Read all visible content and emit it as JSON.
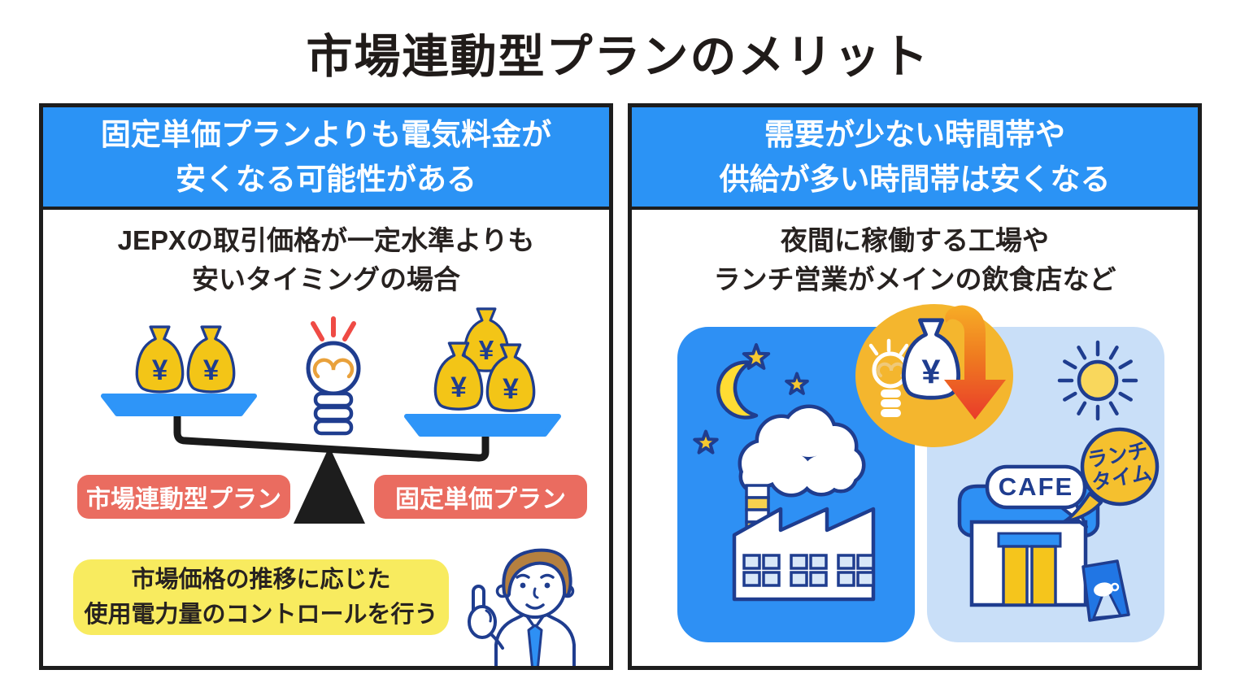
{
  "title": "市場連動型プランのメリット",
  "colors": {
    "header_blue": "#2b93f5",
    "panel_border": "#1d1d1d",
    "plan_tag_red": "#ea6c60",
    "note_yellow": "#f8eb5f",
    "money_bag_yellow": "#f3c517",
    "outline_navy": "#1f3d8f",
    "night_scene_blue": "#2e90f4",
    "day_scene_blue": "#c9dff8",
    "badge_orange": "#f4b62e",
    "arrow_red": "#e93b2a"
  },
  "left_panel": {
    "header_line1": "固定単価プランよりも電気料金が",
    "header_line2": "安くなる可能性がある",
    "subtitle_line1": "JEPXの取引価格が一定水準よりも",
    "subtitle_line2": "安いタイミングの場合",
    "scale": {
      "left_plan_label": "市場連動型プラン",
      "right_plan_label": "固定単価プラン",
      "left_bag_count": 2,
      "right_bag_count": 3,
      "currency_symbol": "¥"
    },
    "note_line1": "市場価格の推移に応じた",
    "note_line2": "使用電力量のコントロールを行う"
  },
  "right_panel": {
    "header_line1": "需要が少ない時間帯や",
    "header_line2": "供給が多い時間帯は安くなる",
    "subtitle_line1": "夜間に稼働する工場や",
    "subtitle_line2": "ランチ営業がメインの飲食店など",
    "day_scene": {
      "cafe_sign": "CAFE",
      "bubble_line1": "ランチ",
      "bubble_line2": "タイム"
    },
    "badge": {
      "currency_symbol": "¥"
    }
  }
}
